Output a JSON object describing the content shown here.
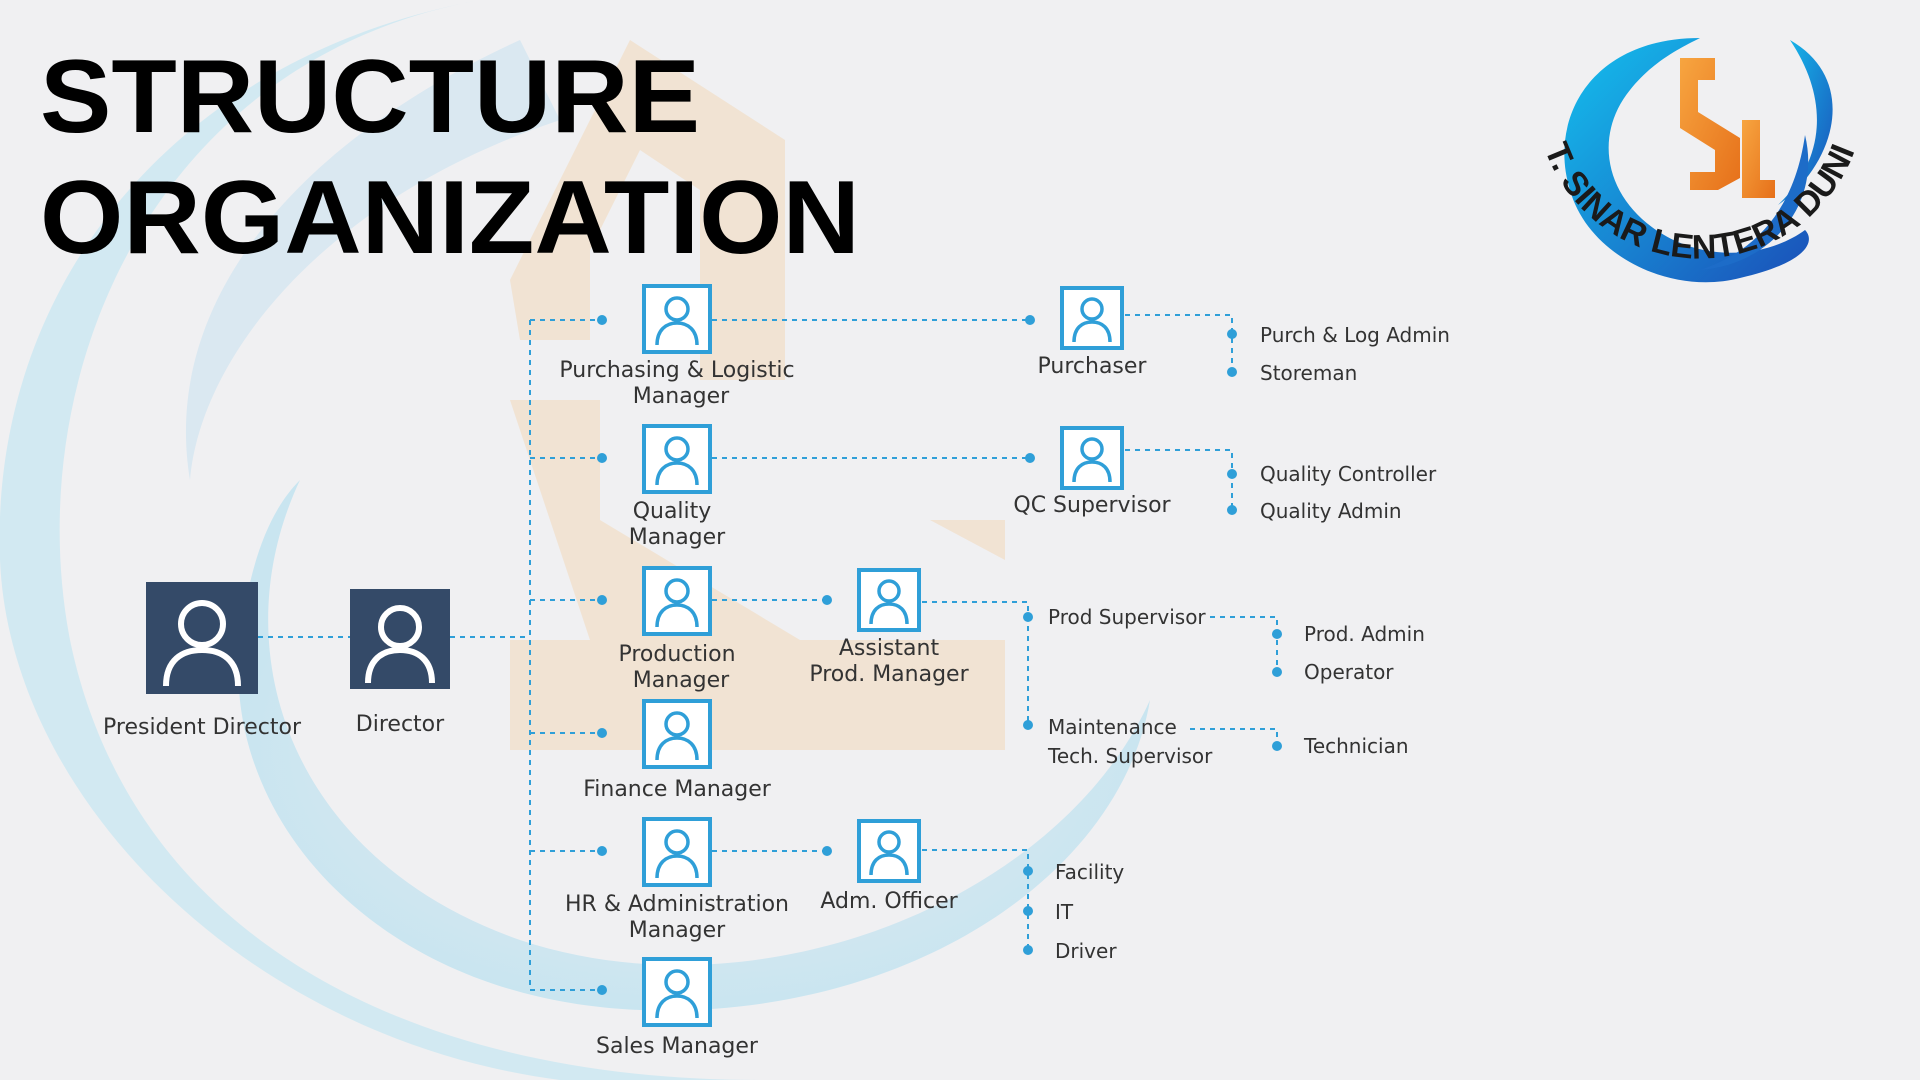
{
  "title": {
    "line1": "STRUCTURE",
    "line2": "ORGANIZATION"
  },
  "logo": {
    "text": "PT. SINAR LENTERA DUNIA"
  },
  "colors": {
    "connector": "#2f9fd8",
    "dark_box": "#344a68",
    "logo_orange": "#f08a1e",
    "logo_blue": "#1f8fdc"
  },
  "nodes": {
    "president_director": "President Director",
    "director": "Director",
    "purchasing_manager": [
      "Purchasing & Logistic",
      "Manager"
    ],
    "quality_manager": [
      "Quality",
      "Manager"
    ],
    "production_manager": [
      "Production",
      "Manager"
    ],
    "finance_manager": "Finance Manager",
    "hr_manager": [
      "HR & Administration",
      "Manager"
    ],
    "sales_manager": "Sales Manager",
    "purchaser": "Purchaser",
    "qc_supervisor": "QC Supervisor",
    "assistant_prod_manager": [
      "Assistant",
      "Prod. Manager"
    ],
    "adm_officer": "Adm. Officer"
  },
  "leaves": {
    "purchasing": [
      "Purch & Log Admin",
      "Storeman"
    ],
    "quality": [
      "Quality Controller",
      "Quality Admin"
    ],
    "prod_supervisor": "Prod Supervisor",
    "prod_supervisor_staff": [
      "Prod. Admin",
      "Operator"
    ],
    "maintenance_supervisor": [
      "Maintenance",
      "Tech. Supervisor"
    ],
    "maintenance_staff": [
      "Technician"
    ],
    "admin_staff": [
      "Facility",
      "IT",
      "Driver"
    ]
  }
}
